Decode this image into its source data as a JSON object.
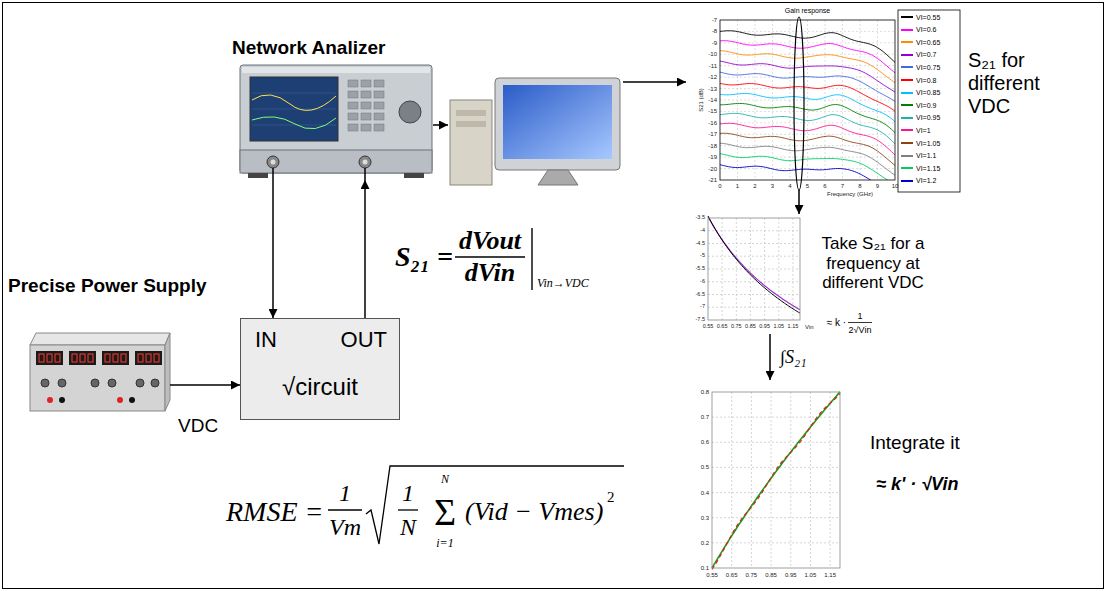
{
  "diagram": {
    "nodes": [
      {
        "text": [
          "Network Analizer"
        ]
      },
      {
        "text": [
          "Precise Power Supply"
        ]
      },
      {
        "text": [
          "IN",
          "OUT",
          "√circuit"
        ]
      },
      {
        "text": [
          "Gain response",
          "S₂₁ for different VDC"
        ]
      },
      {
        "text": [
          "Take S₂₁ for a frequency at different VDC"
        ]
      },
      {
        "text": [
          "Integrate it",
          "≈ k' · √Vin"
        ]
      }
    ],
    "edges": [
      {
        "from": 0,
        "to": 2,
        "arrow": "to"
      },
      {
        "from": 2,
        "to": 0,
        "arrow": "to"
      },
      {
        "from": 1,
        "to": 2,
        "arrow": "to"
      },
      {
        "from": 3,
        "to": 4,
        "arrow": "to"
      },
      {
        "from": 4,
        "to": 5,
        "arrow": "to",
        "label": "∫S₂₁"
      }
    ],
    "labels": [
      "S21 (dB)",
      "-7",
      "-8",
      "-9",
      "-10",
      "-11",
      "-12",
      "-13",
      "-14",
      "-15",
      "-16",
      "-17",
      "-18",
      "-19",
      "-20",
      "-21",
      "0",
      "1",
      "2",
      "3",
      "4",
      "5",
      "6",
      "7",
      "8",
      "9",
      "10",
      "Frequency (GHz)",
      "-3.5",
      "-4",
      "-4.5",
      "-5",
      "-5.5",
      "-6",
      "-6.5",
      "-7",
      "-7.5",
      "0.55",
      "0.65",
      "0.75",
      "0.85",
      "0.95",
      "1.05",
      "1.15",
      "Vin",
      "≈ k ·",
      "1",
      "2√Vin",
      "0.8",
      "0.7",
      "0.6",
      "0.5",
      "0.4",
      "0.3",
      "0.2",
      "0.1",
      "0.55",
      "0.65",
      "0.75",
      "0.85",
      "0.95",
      "1.05",
      "1.15",
      "VDC",
      "S₂₁ =",
      "dVout",
      "dVin",
      "Vin→VDC",
      "RMSE =",
      "1",
      "Vm",
      "1",
      "N",
      "Σ",
      "N",
      "i=1",
      "(Vid − Vmes)",
      "2"
    ],
    "legend": [
      {
        "text": "VI=0.55",
        "color": "#000000"
      },
      {
        "text": "VI=0.6",
        "color": "#ff00ff"
      },
      {
        "text": "VI=0.65",
        "color": "#ff8c00"
      },
      {
        "text": "VI=0.7",
        "color": "#9400d3"
      },
      {
        "text": "VI=0.75",
        "color": "#4169e1"
      },
      {
        "text": "VI=0.8",
        "color": "#ff0000"
      },
      {
        "text": "VI=0.85",
        "color": "#00bfff"
      },
      {
        "text": "VI=0.9",
        "color": "#008000"
      },
      {
        "text": "VI=0.95",
        "color": "#20b2aa"
      },
      {
        "text": "VI=1",
        "color": "#ff1493"
      },
      {
        "text": "VI=1.05",
        "color": "#8b4513"
      },
      {
        "text": "VI=1.1",
        "color": "#808080"
      },
      {
        "text": "VI=1.15",
        "color": "#00cc66"
      },
      {
        "text": "VI=1.2",
        "color": "#0000cd"
      }
    ]
  }
}
